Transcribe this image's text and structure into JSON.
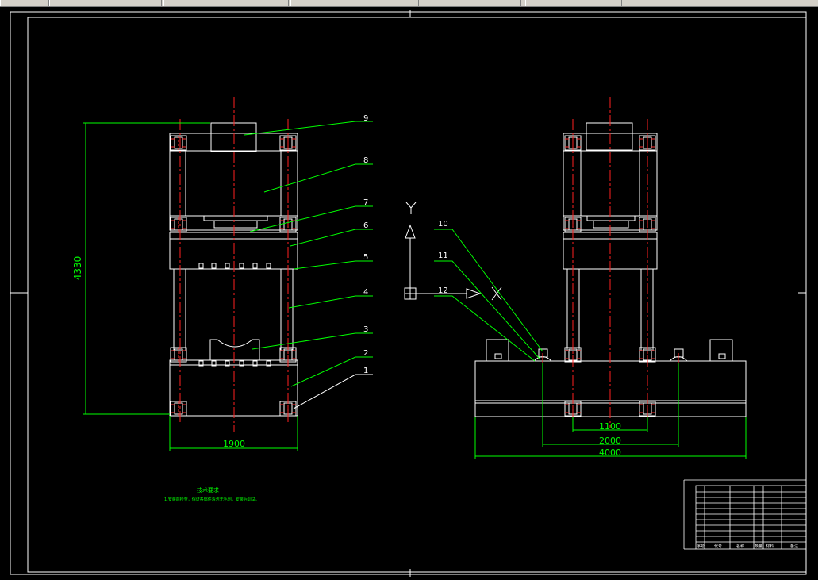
{
  "window": {
    "toolbar_segments": [
      "",
      "",
      "",
      "",
      ""
    ]
  },
  "colors": {
    "background": "#000000",
    "geometry": "#ffffff",
    "centerline": "#ff2020",
    "dimension": "#00ff00",
    "leader": "#00ff00",
    "notes": "#00ff00",
    "titleblock": "#ffffff"
  },
  "drawing": {
    "front_view": {
      "dimensions": {
        "height": "4330",
        "width": "1900"
      },
      "balloons": [
        "9",
        "8",
        "7",
        "6",
        "5",
        "4",
        "3",
        "2",
        "1"
      ]
    },
    "side_view": {
      "dimensions": {
        "inner": "1100",
        "middle": "2000",
        "outer": "4000"
      },
      "balloons": [
        "10",
        "11",
        "12"
      ]
    },
    "ucs": {
      "y_label": "Y",
      "x_label": "X"
    },
    "notes": {
      "title": "技术要求",
      "line1": "1.安装前检查，保证各部件清洁无毛刺，安装后调试。"
    },
    "title_block": {
      "header": [
        "序号",
        "代号",
        "名称",
        "数量",
        "材料",
        "备注"
      ]
    }
  }
}
